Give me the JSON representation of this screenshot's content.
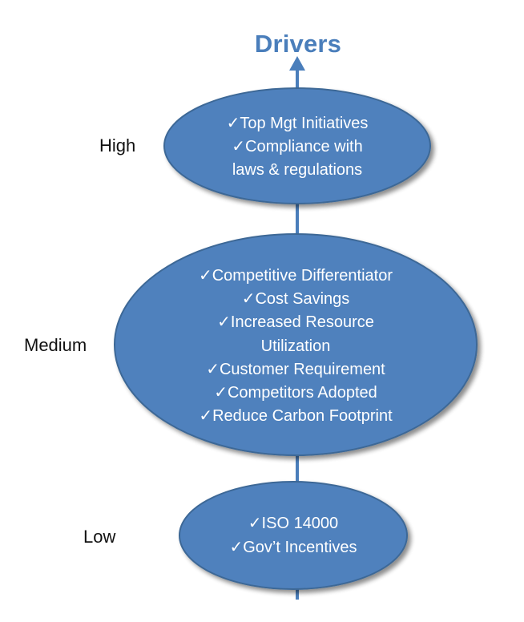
{
  "title": "Drivers",
  "colors": {
    "oval_fill": "#4f81bd",
    "oval_stroke": "#3c6796",
    "axis": "#4a7ebb",
    "title": "#4a7ebb"
  },
  "levels": [
    {
      "label": "High",
      "items": [
        "✓Top Mgt Initiatives",
        "✓Compliance with",
        "laws & regulations"
      ]
    },
    {
      "label": "Medium",
      "items": [
        "✓Competitive Differentiator",
        "✓Cost Savings",
        "✓Increased Resource",
        "Utilization",
        "✓Customer Requirement",
        "✓Competitors Adopted",
        "✓Reduce Carbon Footprint"
      ]
    },
    {
      "label": "Low",
      "items": [
        "✓ISO 14000",
        "✓Gov’t Incentives"
      ]
    }
  ]
}
